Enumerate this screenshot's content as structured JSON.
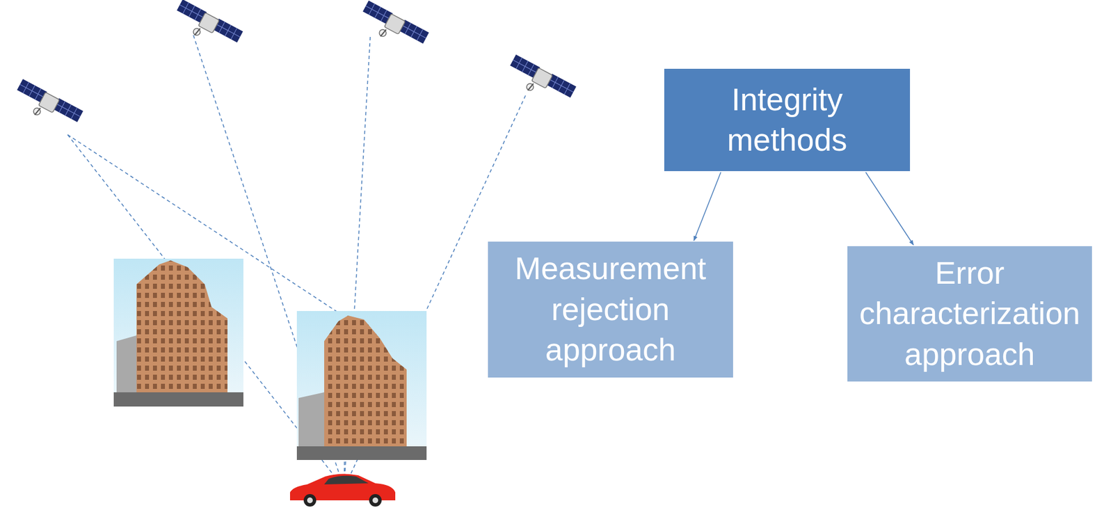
{
  "diagram": {
    "nodes": [
      {
        "text": [
          "Integrity methods"
        ]
      },
      {
        "text": [
          "Measurement rejection approach"
        ]
      },
      {
        "text": [
          "Error characterization approach"
        ]
      }
    ],
    "edges": [
      {
        "from": 0,
        "to": 1,
        "arrow": "to"
      },
      {
        "from": 0,
        "to": 2,
        "arrow": "to"
      }
    ]
  }
}
